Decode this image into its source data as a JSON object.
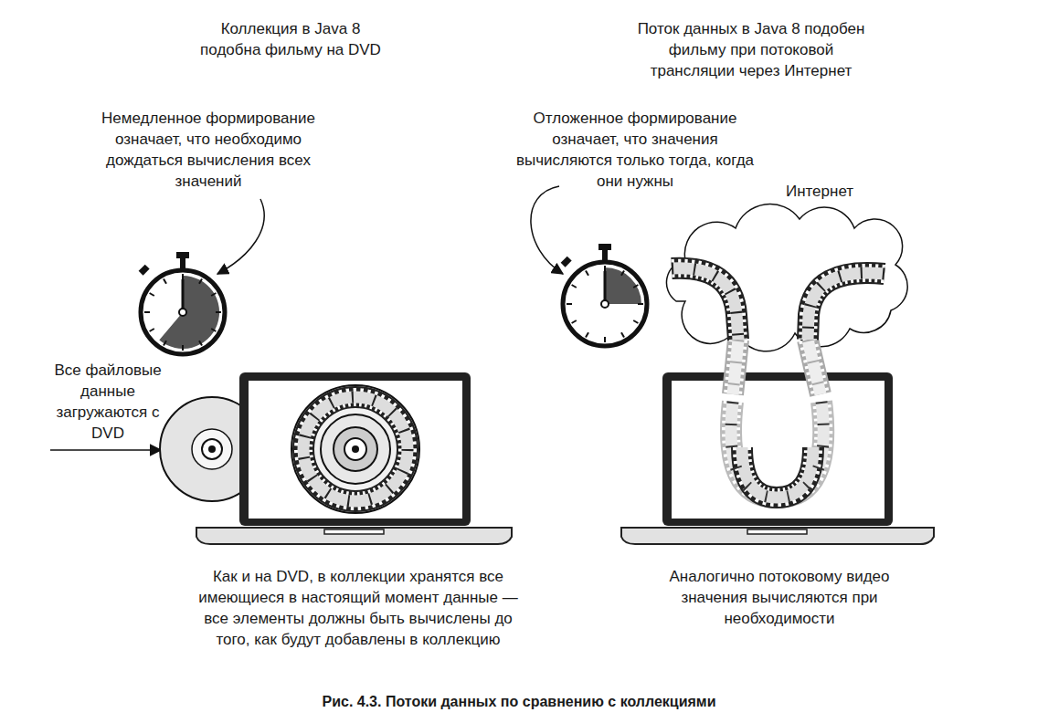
{
  "diagram": {
    "caption": "Рис. 4.3. Потоки данных по сравнению с коллекциями",
    "labels": [
      "Коллекция в Java 8 подобна фильму на DVD",
      "Поток данных в Java 8 подобен фильму при потоковой трансляции через Интернет",
      "Немедленное формирование означает, что необходимо дождаться вычисления всех значений",
      "Отложенное формирование означает, что значения вычисляются только тогда, когда они нужны",
      "Интернет",
      "Все файловые данные загружаются с DVD",
      "Как и на DVD, в коллекции хранятся все имеющиеся в настоящий момент данные — все элементы должны быть вычислены до того, как будут добавлены в коллекцию",
      "Аналогично потоковому видео значения вычисляются при необходимости"
    ]
  }
}
